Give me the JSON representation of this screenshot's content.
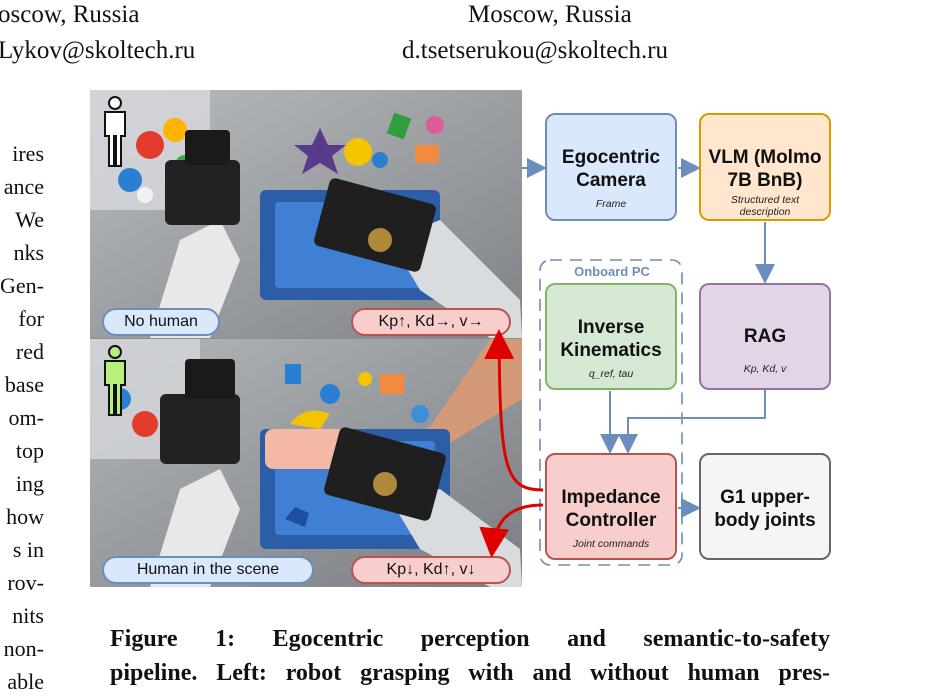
{
  "affiliations": {
    "left_city": "oscow, Russia",
    "left_email": "Lykov@skoltech.ru",
    "right_city": "Moscow, Russia",
    "right_email": "d.tsetserukou@skoltech.ru"
  },
  "left_column_fragments": [
    "ires",
    "ance",
    "We",
    "nks",
    "Gen-",
    "for",
    "red",
    "base",
    "om-",
    "top",
    "ing",
    "how",
    "s in",
    "rov-",
    "nits",
    "non-",
    "able"
  ],
  "photo_panels": {
    "top_label": "No human",
    "top_params": "Kp↑, Kd→, v→",
    "bottom_label": "Human in the scene",
    "bottom_params": "Kp↓, Kd↑, v↓"
  },
  "diagram": {
    "camera": {
      "title1": "Egocentric",
      "title2": "Camera",
      "sub": "Frame"
    },
    "vlm": {
      "title1": "VLM (Molmo",
      "title2": "7B BnB)",
      "sub1": "Structured text",
      "sub2": "description"
    },
    "onboard_label": "Onboard PC",
    "ik": {
      "title1": "Inverse",
      "title2": "Kinematics",
      "sub": "q_ref, tau"
    },
    "rag": {
      "title": "RAG",
      "sub": "Kp, Kd, v"
    },
    "impedance": {
      "title1": "Impedance",
      "title2": "Controller",
      "sub": "Joint commands"
    },
    "g1": {
      "title1": "G1 upper-",
      "title2": "body joints"
    }
  },
  "colors": {
    "blue_fill": "#dae8fc",
    "blue_border": "#6c8ebf",
    "orange_fill": "#ffe6cc",
    "orange_border": "#d79b00",
    "green_fill": "#d5e8d4",
    "green_border": "#82b366",
    "purple_fill": "#e1d5e7",
    "purple_border": "#9673a6",
    "red_fill": "#f8cecc",
    "red_border": "#b85450",
    "gray_fill": "#f5f5f5",
    "gray_border": "#666666",
    "arrow_blue": "#6c8ebf",
    "arrow_red": "#e00000",
    "human_none": "#ffffff",
    "human_present": "#b7f07a"
  },
  "caption": {
    "line1": "Figure 1: Egocentric perception and semantic-to-safety",
    "line2": "pipeline. Left: robot grasping with and without human pres-"
  }
}
